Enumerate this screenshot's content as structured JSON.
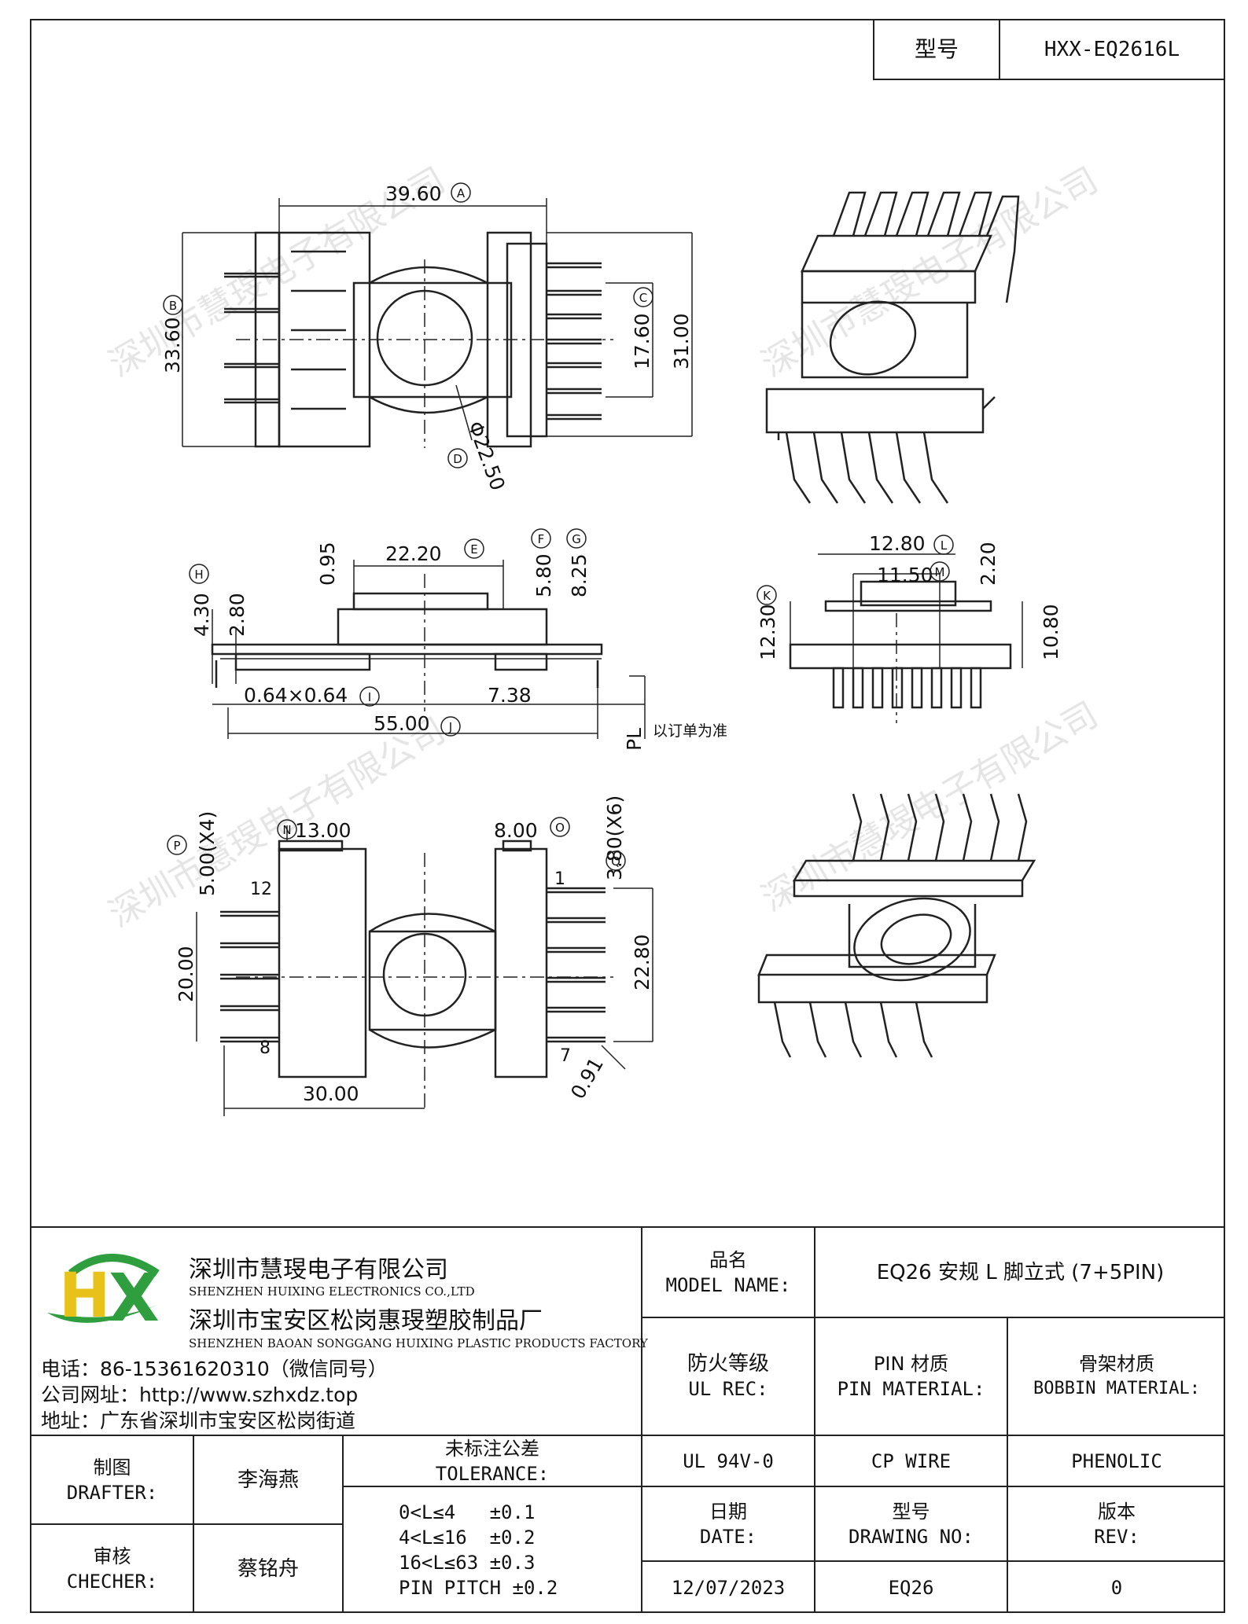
{
  "title_block": {
    "model_label": "型号",
    "model_value": "HXX-EQ2616L"
  },
  "dims": {
    "d1": "39.60",
    "c1": "A",
    "d2": "33.60",
    "c2": "B",
    "d3": "17.60",
    "c3": "C",
    "d4": "31.00",
    "d5": "Φ22.50",
    "c5": "D",
    "d6": "22.20",
    "c6": "E",
    "d7": "0.95",
    "d8": "5.80",
    "c8": "F",
    "d9": "8.25",
    "c9": "G",
    "d10": "4.30",
    "c10": "H",
    "d11": "2.80",
    "d12": "0.64×0.64",
    "c12": "I",
    "d13": "7.38",
    "d14": "55.00",
    "c14": "J",
    "pl": "PL",
    "pl_note": "以订单为准",
    "d15": "12.80",
    "c15": "L",
    "d16": "11.50",
    "c16": "M",
    "d17": "2.20",
    "d18": "12.30",
    "c18": "K",
    "d19": "10.80",
    "d20": "13.00",
    "c20": "N",
    "d21": "8.00",
    "c21": "O",
    "d22": "5.00(X4)",
    "c22": "P",
    "d23": "3.80(X6)",
    "c23": "Q",
    "d24": "20.00",
    "d25": "22.80",
    "d26": "30.00",
    "d27": "0.91",
    "pin1": "1",
    "pin7": "7",
    "pin8": "8",
    "pin12": "12"
  },
  "company": {
    "name_cn": "深圳市慧琝电子有限公司",
    "name_en": "SHENZHEN HUIXING ELECTRONICS CO.,LTD",
    "factory_cn": "深圳市宝安区松岗惠琝塑胶制品厂",
    "factory_en": "SHENZHEN BAOAN SONGGANG HUIXING PLASTIC PRODUCTS FACTORY",
    "phone": "电话：86-15361620310（微信同号）",
    "website": "公司网址：http://www.szhxdz.top",
    "address": "地址：广东省深圳市宝安区松岗街道",
    "logo_h": "H",
    "logo_x": "X",
    "watermark": "深圳市慧琝电子有限公司"
  },
  "info": {
    "model_name_label": [
      "品名",
      "MODEL NAME:"
    ],
    "model_name_value": "EQ26 安规 L 脚立式 (7+5PIN)",
    "ul_label": [
      "防火等级",
      "UL REC:"
    ],
    "pin_mat_label": [
      "PIN 材质",
      "PIN MATERIAL:"
    ],
    "bobbin_mat_label": [
      "骨架材质",
      "BOBBIN MATERIAL:"
    ],
    "ul_value": "UL 94V-0",
    "pin_value": "CP WIRE",
    "bobbin_value": "PHENOLIC",
    "date_label": [
      "日期",
      "DATE:"
    ],
    "drawing_label": [
      "型号",
      "DRAWING NO:"
    ],
    "rev_label": [
      "版本",
      "REV:"
    ],
    "date_value": "12/07/2023",
    "drawing_value": "EQ26",
    "rev_value": "0"
  },
  "signoff": {
    "drafter_label": [
      "制图",
      "DRAFTER:"
    ],
    "drafter_value": "李海燕",
    "checker_label": [
      "审核",
      "CHECHER:"
    ],
    "checker_value": "蔡铭舟",
    "tol_label": [
      "未标注公差",
      "TOLERANCE:"
    ],
    "tol_lines": [
      "0<L≤4   ±0.1",
      "4<L≤16  ±0.2",
      "16<L≤63 ±0.3",
      "PIN PITCH ±0.2"
    ]
  },
  "colors": {
    "line": "#222222",
    "logo_green": "#2e9e3e",
    "logo_yellow": "#e8c21a"
  }
}
